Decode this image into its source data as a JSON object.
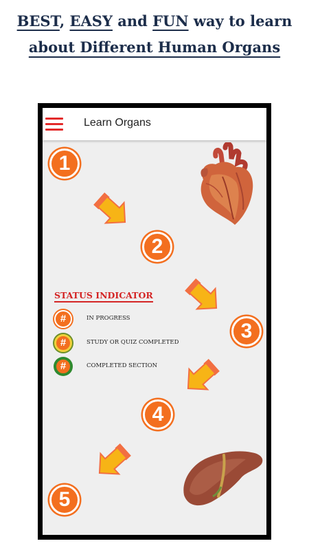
{
  "headline": {
    "best": "BEST",
    "comma": ",",
    "easy": "EASY",
    "and": "and",
    "fun": "FUN",
    "rest": "way to learn",
    "line2": "about Different Human Organs"
  },
  "appbar": {
    "title": "Learn Organs",
    "menu_icon": "hamburger-menu-icon"
  },
  "steps": [
    "1",
    "2",
    "3",
    "4",
    "5"
  ],
  "status": {
    "title": "STATUS INDICATOR",
    "items": [
      {
        "symbol": "#",
        "label": "IN PROGRESS"
      },
      {
        "symbol": "#",
        "label": "STUDY OR QUIZ COMPLETED"
      },
      {
        "symbol": "#",
        "label": "COMPLETED SECTION"
      }
    ]
  },
  "images": {
    "heart": "heart-organ-image",
    "liver": "liver-organ-image"
  },
  "colors": {
    "accent_orange": "#f36f1f",
    "arrow_yellow": "#f7b416",
    "menu_red": "#e32a2a",
    "headline_navy": "#1c2d4a",
    "status_red": "#d42424"
  }
}
